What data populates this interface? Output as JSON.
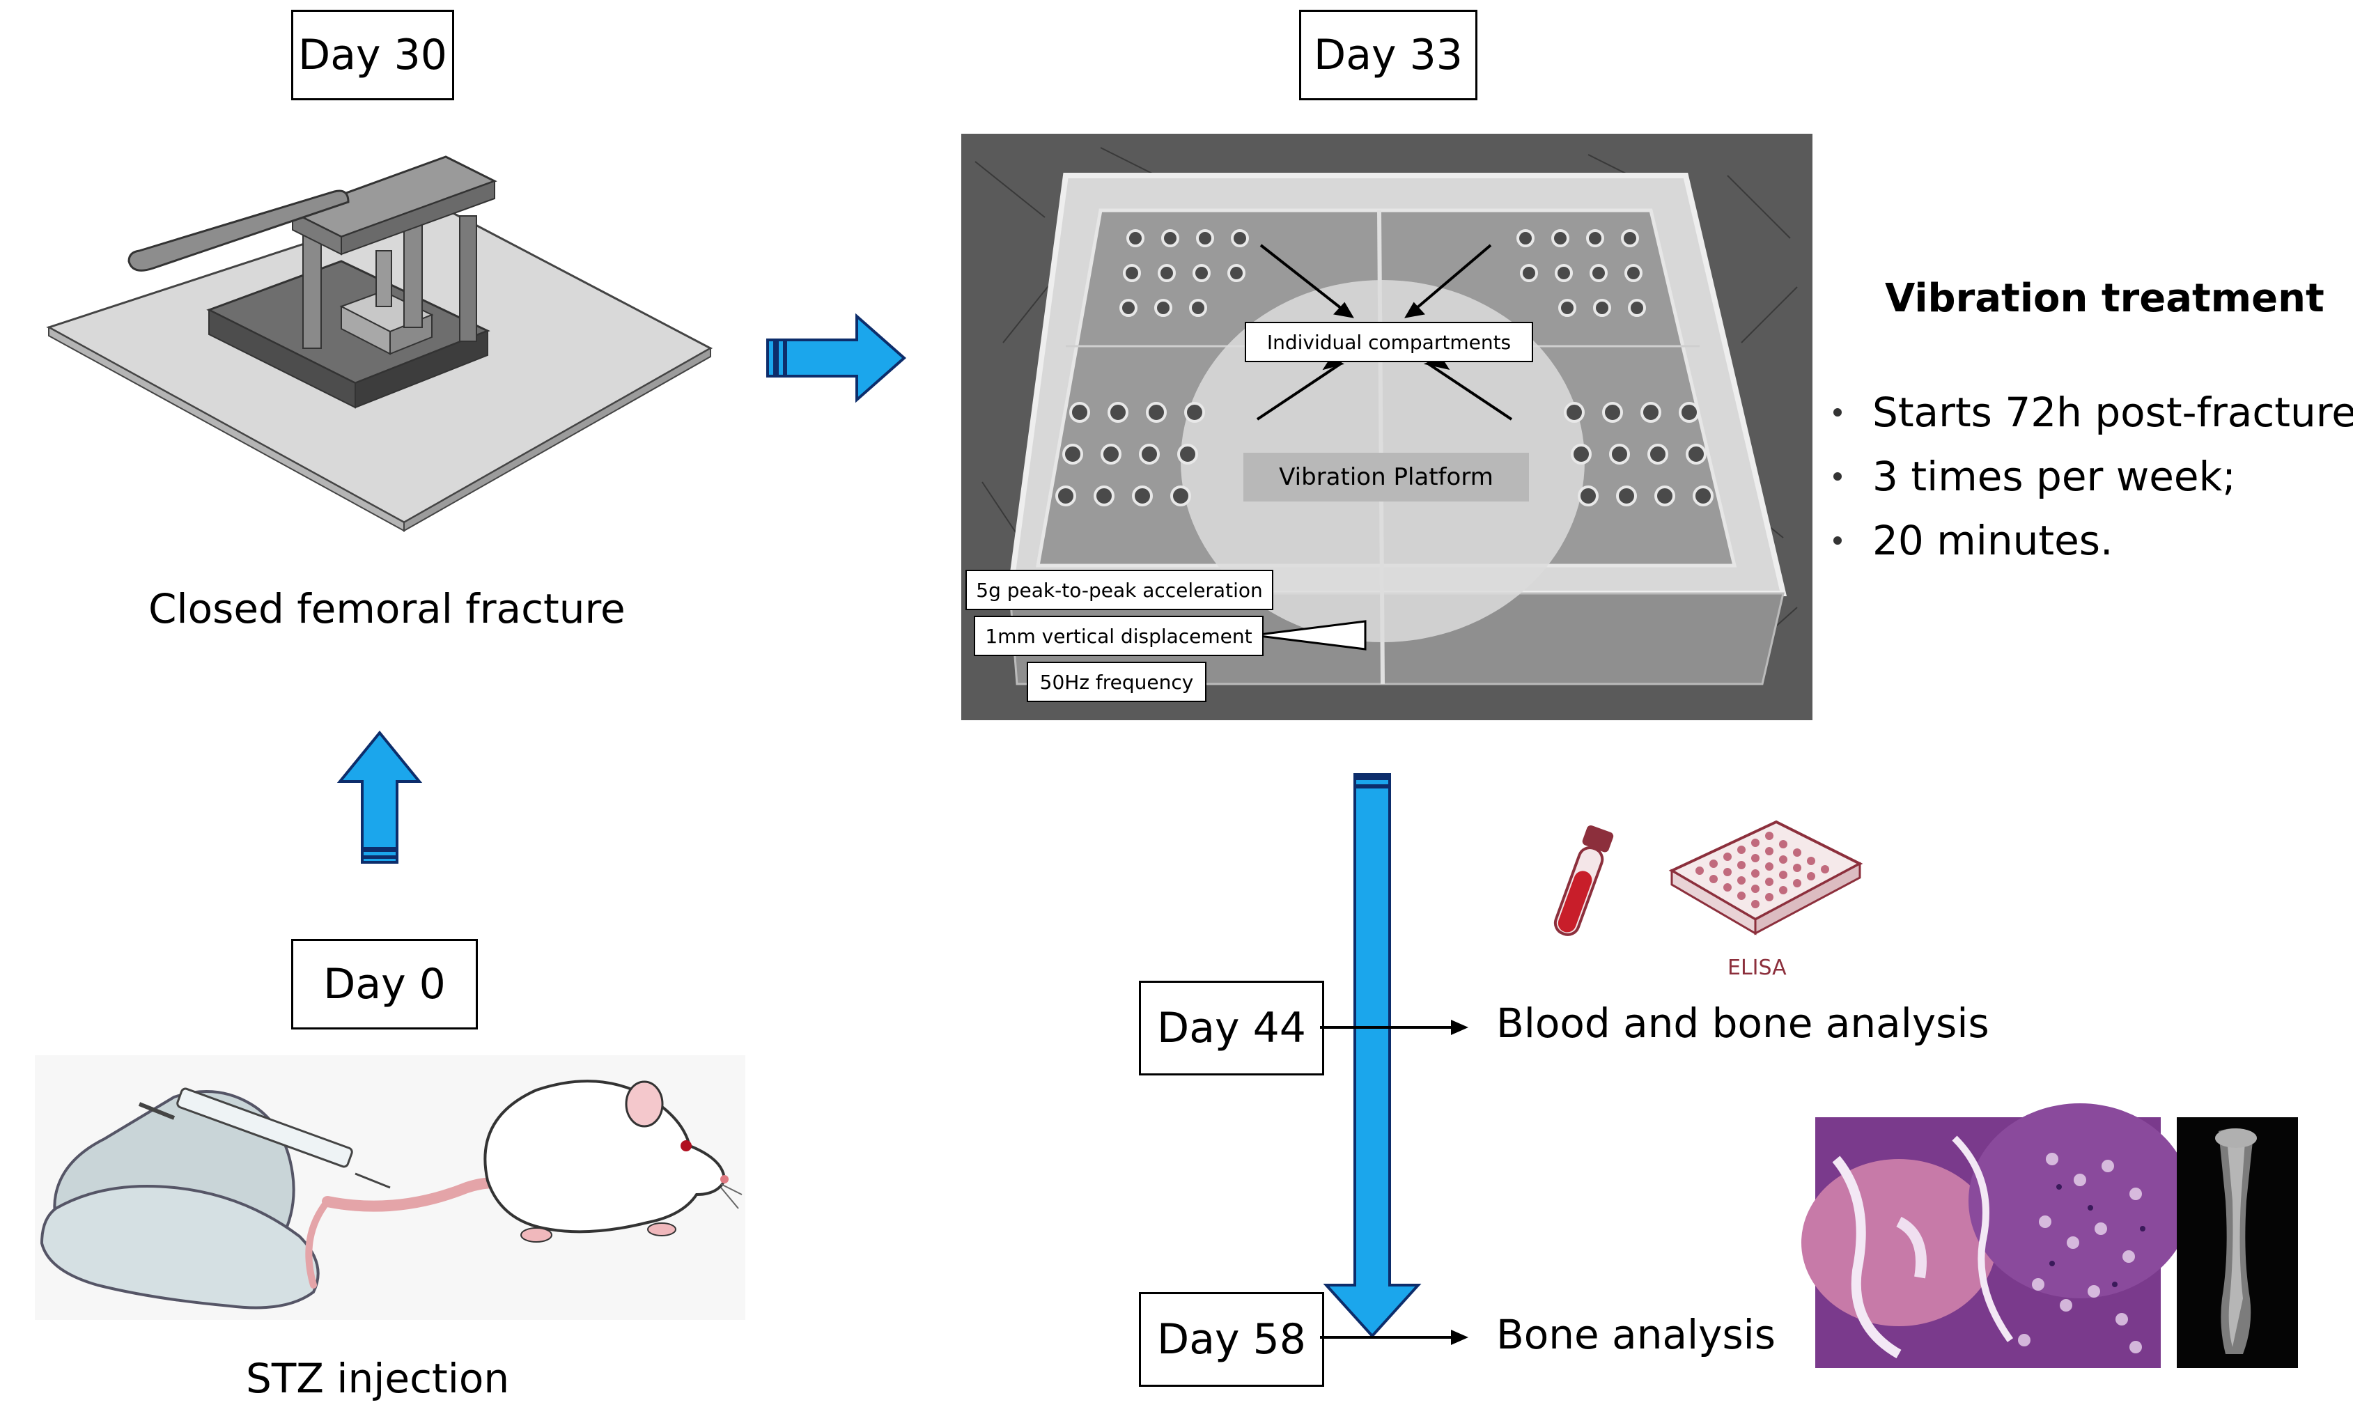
{
  "days": {
    "d30": "Day 30",
    "d33": "Day 33",
    "d0": "Day 0",
    "d44": "Day 44",
    "d58": "Day 58"
  },
  "captions": {
    "fracture": "Closed femoral fracture",
    "injection": "STZ injection"
  },
  "platform": {
    "compartments": "Individual compartments",
    "platform_label": "Vibration Platform",
    "accel": "5g peak-to-peak acceleration",
    "displacement": "1mm vertical displacement",
    "frequency": "50Hz frequency"
  },
  "vibration": {
    "title": "Vibration treatment",
    "items": [
      "Starts 72h post-fracture;",
      "3 times per week;",
      "20 minutes."
    ]
  },
  "outcomes": {
    "blood_bone": "Blood and bone analysis",
    "bone": "Bone analysis",
    "elisa": "ELISA"
  },
  "colors": {
    "arrow_fill": "#1ba6ec",
    "arrow_dark": "#0d2d6b",
    "elisa_red": "#8c2f3c"
  }
}
